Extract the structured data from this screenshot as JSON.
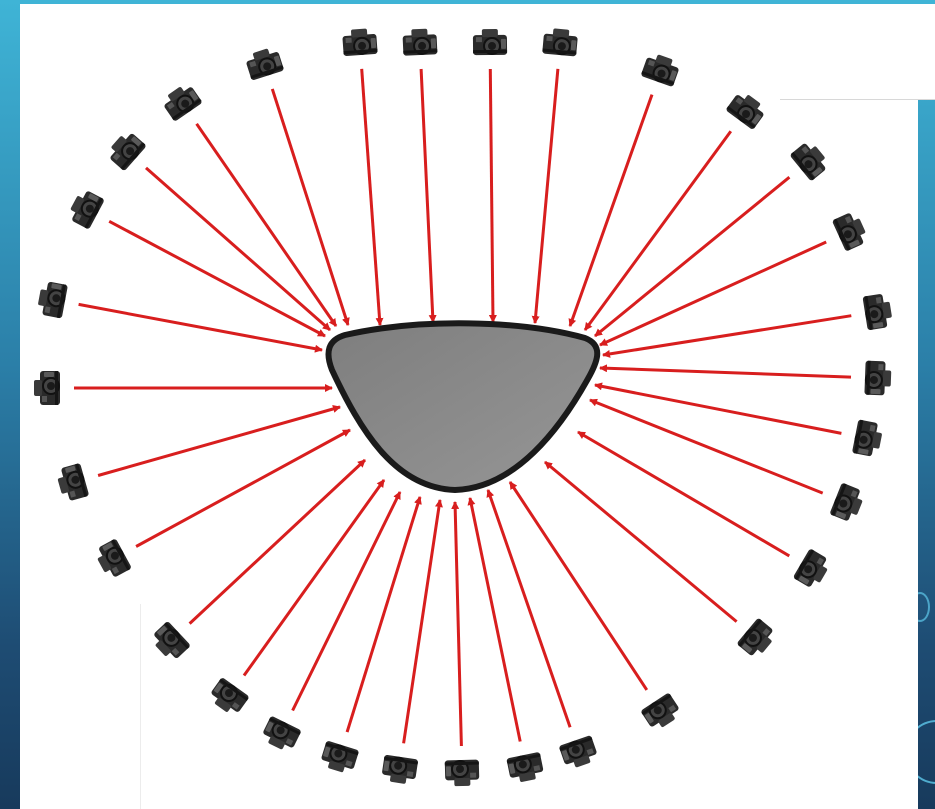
{
  "diagram": {
    "description_type": "photogrammetry-camera-ring",
    "camera_count": 31,
    "colors": {
      "arrow": "#d81e1e",
      "object_fill": "#8a8a8a",
      "object_stroke": "#1a1a1a",
      "camera_body": "#2a2a2a",
      "camera_lens": "#4a4a4a",
      "background_panel": "#ffffff",
      "slide_gradient_top": "#3fb4d6",
      "slide_gradient_bottom": "#173a5c"
    },
    "icons": {
      "camera": "camera-icon",
      "arrow": "arrow-icon",
      "object": "object-shape"
    }
  }
}
